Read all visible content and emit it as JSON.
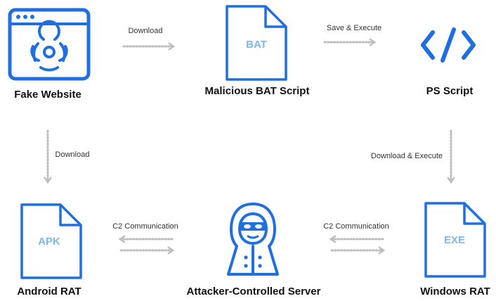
{
  "colors": {
    "primary": "#1f6fe0",
    "doc_text": "#7fb6ee",
    "arrow": "#bdbdbd",
    "label": "#111111"
  },
  "nodes": {
    "fake_website": {
      "label": "Fake Website",
      "icon": "browser-biohazard-icon"
    },
    "bat_script": {
      "label": "Malicious BAT Script",
      "doc_text": "BAT",
      "icon": "document-icon"
    },
    "ps_script": {
      "label": "PS Script",
      "icon": "code-brackets-icon"
    },
    "android_rat": {
      "label": "Android RAT",
      "doc_text": "APK",
      "icon": "document-icon"
    },
    "server": {
      "label": "Attacker-Controlled Server",
      "icon": "hooded-hacker-icon"
    },
    "windows_rat": {
      "label": "Windows RAT",
      "doc_text": "EXE",
      "icon": "document-icon"
    }
  },
  "edges": {
    "website_to_bat": "Download",
    "bat_to_ps": "Save & Execute",
    "website_to_android": "Download",
    "ps_to_windows": "Download & Execute",
    "android_server": "C2 Communication",
    "server_windows": "C2 Communication"
  }
}
